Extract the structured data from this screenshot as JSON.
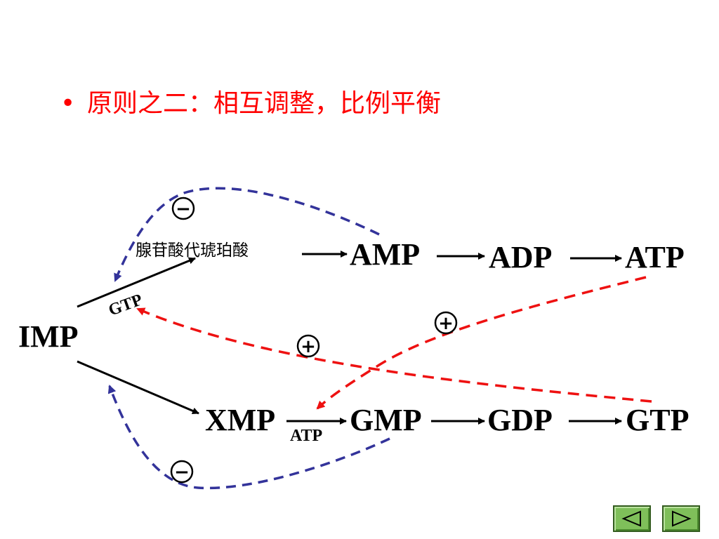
{
  "slide": {
    "bullet": "•",
    "title": "原则之二：相互调整，比例平衡"
  },
  "diagram": {
    "nodes": {
      "imp": "IMP",
      "intermediate": "腺苷酸代琥珀酸",
      "amp": "AMP",
      "adp": "ADP",
      "atp": "ATP",
      "xmp": "XMP",
      "gmp": "GMP",
      "gdp": "GDP",
      "gtp": "GTP"
    },
    "cofactors": {
      "gtp_label": "GTP",
      "atp_label": "ATP"
    },
    "signs": {
      "top_minus": "−",
      "bottom_minus": "−",
      "right_plus": "+",
      "middle_plus": "+"
    },
    "colors": {
      "feedback_inhibition": "#33339a",
      "feedback_activation": "#ee1111",
      "title": "#ff0000",
      "nav_button": "#7fbf5a"
    }
  },
  "nav": {
    "prev_icon": "triangle-left-icon",
    "next_icon": "triangle-right-icon"
  }
}
